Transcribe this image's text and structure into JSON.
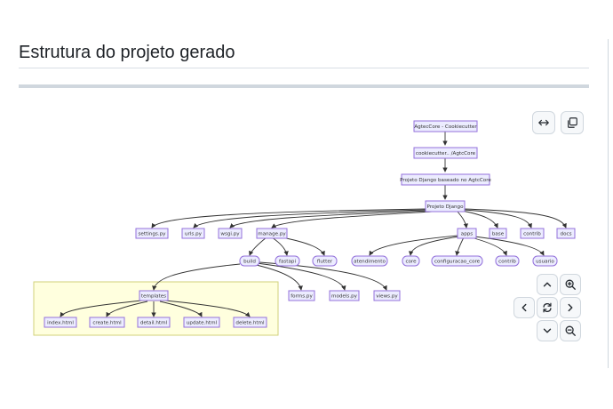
{
  "page": {
    "title": "Estrutura do projeto gerado"
  },
  "diagram": {
    "nodes": {
      "root": "AgtecCore - Cookiecutter",
      "cookie": "cookiecutter.. /AgtcCore",
      "projeto_base": "Projeto Django baseado no AgtcCore",
      "projeto": "Projeto Django",
      "settings": "settings.py",
      "urls": "urls.py",
      "wsgi": "wsgi.py",
      "manage": "manage.py",
      "apps": "apps",
      "base": "base",
      "contrib_top": "contrib",
      "docs": "docs",
      "build": "build",
      "fastapi": "fastapi",
      "flutter": "flutter",
      "atendimento": "atendimento",
      "core": "core",
      "configuracao_core": "configuracao_core",
      "contrib_apps": "contrib",
      "usuario": "usuario",
      "templates": "templates",
      "forms": "forms.py",
      "models": "models.py",
      "views": "views.py",
      "index": "index.html",
      "create": "create.html",
      "detail": "detail.html",
      "update": "update.html",
      "delete": "delete.html"
    }
  },
  "controls": {
    "expand_icon": "expand-horizontal-icon",
    "copy_icon": "copy-icon",
    "up_icon": "arrow-up-icon",
    "down_icon": "arrow-down-icon",
    "left_icon": "arrow-left-icon",
    "right_icon": "arrow-right-icon",
    "reset_icon": "reset-icon",
    "zoom_in_icon": "zoom-in-icon",
    "zoom_out_icon": "zoom-out-icon"
  }
}
